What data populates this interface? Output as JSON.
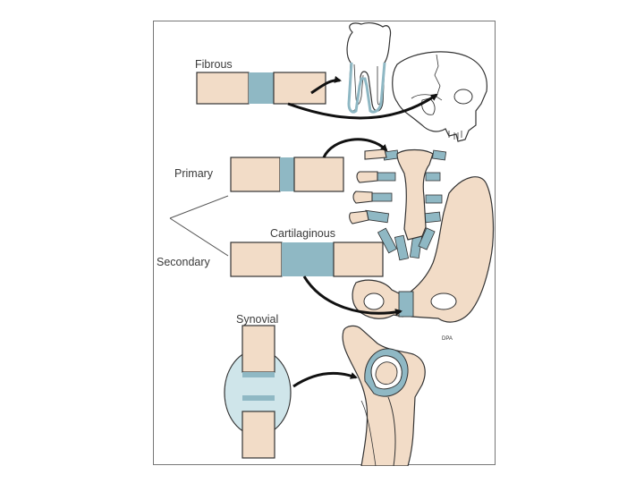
{
  "labels": {
    "fibrous": "Fibrous",
    "primary": "Primary",
    "cartilaginous": "Cartilaginous",
    "secondary": "Secondary",
    "synovial": "Synovial",
    "artist_mark": "DPA"
  },
  "colors": {
    "bone": "#f2dcc7",
    "connective_tissue": "#8fb8c4",
    "synovial_capsule": "#cfe5ea",
    "outline": "#333333",
    "frame": "#777777"
  },
  "icons": {
    "tooth": "tooth-icon",
    "skull": "skull-icon",
    "sternum": "sternum-ribs-icon",
    "pelvis": "pelvis-icon",
    "hip": "hip-joint-icon"
  }
}
